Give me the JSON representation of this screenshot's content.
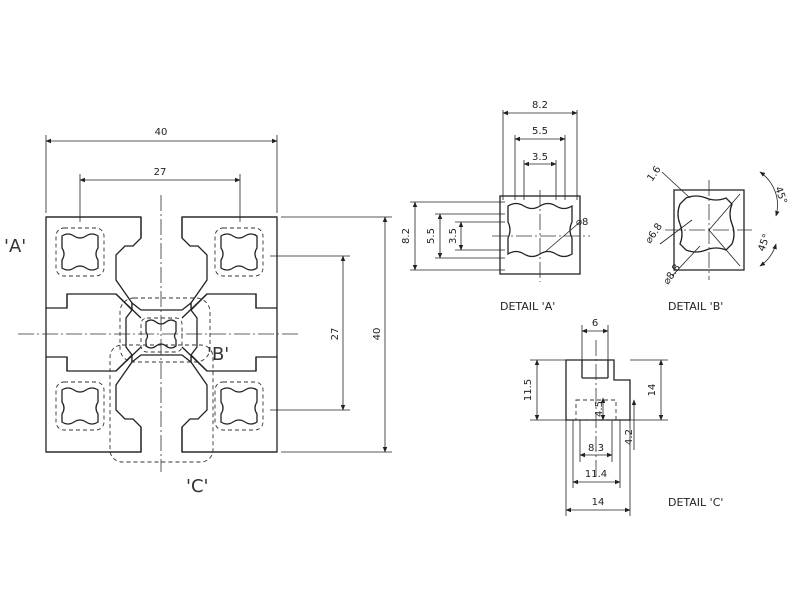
{
  "main_profile": {
    "dim_width": "40",
    "dim_inner_width": "27",
    "dim_height": "40",
    "dim_inner_height": "27",
    "tag_a": "'A'",
    "tag_b": "'B'",
    "tag_c": "'C'"
  },
  "detail_a": {
    "title": "DETAIL 'A'",
    "dim_8_2_top": "8.2",
    "dim_5_5_top": "5.5",
    "dim_3_5_top": "3.5",
    "dim_8_2_side": "8.2",
    "dim_5_5_side": "5.5",
    "dim_3_5_side": "3.5",
    "dim_r": "⌀8"
  },
  "detail_b": {
    "title": "DETAIL 'B'",
    "dim_1_6": "1.6",
    "dim_6_8": "⌀6.8",
    "dim_8_8": "⌀8.8",
    "angle_top": "45°",
    "angle_bottom": "45°"
  },
  "detail_c": {
    "title": "DETAIL 'C'",
    "dim_6": "6",
    "dim_11_5": "11.5",
    "dim_14_side": "14",
    "dim_4_5": "4.5",
    "dim_4_2": "4.2",
    "dim_8_3": "8.3",
    "dim_11_4": "11.4",
    "dim_14_bottom": "14"
  }
}
